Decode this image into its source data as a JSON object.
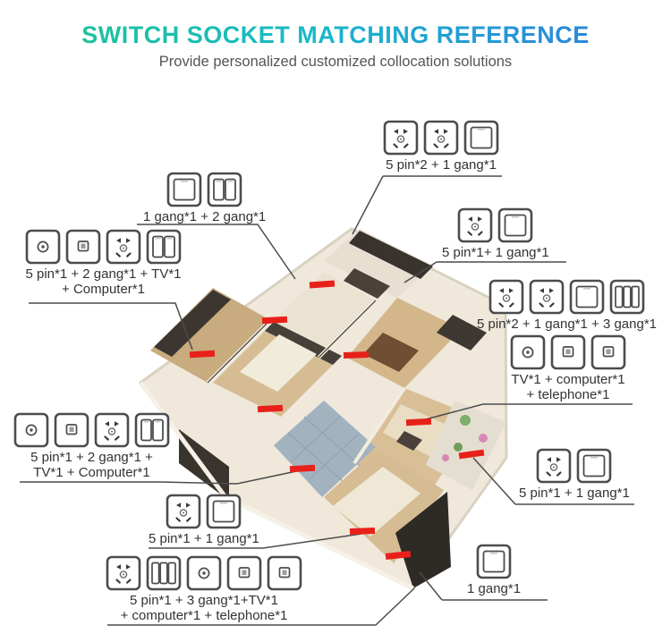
{
  "header": {
    "title": "SWITCH SOCKET MATCHING REFERENCE",
    "subtitle": "Provide personalized customized collocation solutions",
    "title_color_start": "#1fc48f",
    "title_color_mid": "#17b9c9",
    "title_color_end": "#2f7de0",
    "subtitle_color": "#555555"
  },
  "colors": {
    "label_text": "#333333",
    "icon_border": "#4c4c4c",
    "callout_line": "#4c4c4c",
    "marker_red": "#e8201a"
  },
  "floor_plan": {
    "marker_color": "#e8201a",
    "marker_count": 10
  },
  "groups": [
    {
      "id": "kitchen-top",
      "lines": [
        "5 pin*2 + 1 gang*1",
        ""
      ],
      "icons": [
        "5pin",
        "5pin",
        "1gang"
      ]
    },
    {
      "id": "entry",
      "lines": [
        "1 gang*1 + 2 gang*1",
        ""
      ],
      "icons": [
        "1gang",
        "2gang"
      ]
    },
    {
      "id": "left-upper",
      "lines": [
        "5 pin*1 + 2 gang*1 + TV*1",
        "+ Computer*1"
      ],
      "icons": [
        "tv",
        "computer",
        "5pin",
        "2gang"
      ]
    },
    {
      "id": "right-top",
      "lines": [
        "5 pin*1+ 1 gang*1",
        ""
      ],
      "icons": [
        "5pin",
        "1gang"
      ]
    },
    {
      "id": "right-mid",
      "lines": [
        "5 pin*2 + 1 gang*1 + 3 gang*1",
        ""
      ],
      "icons": [
        "5pin",
        "5pin",
        "1gang",
        "3gang"
      ]
    },
    {
      "id": "media-wall",
      "lines": [
        "TV*1 + computer*1",
        "+ telephone*1"
      ],
      "icons": [
        "tv",
        "computer",
        "telephone"
      ]
    },
    {
      "id": "right-lower",
      "lines": [
        "5 pin*1 + 1 gang*1",
        ""
      ],
      "icons": [
        "5pin",
        "1gang"
      ]
    },
    {
      "id": "left-lower",
      "lines": [
        "5 pin*1 + 2 gang*1 +",
        "TV*1 + Computer*1"
      ],
      "icons": [
        "tv",
        "computer",
        "5pin",
        "2gang"
      ]
    },
    {
      "id": "bottom-left",
      "lines": [
        "5 pin*1 + 1 gang*1",
        ""
      ],
      "icons": [
        "5pin",
        "1gang"
      ]
    },
    {
      "id": "bottom-big",
      "lines": [
        "5 pin*1 + 3 gang*1+TV*1",
        "+ computer*1 + telephone*1"
      ],
      "icons": [
        "5pin",
        "3gang",
        "tv",
        "computer",
        "telephone"
      ]
    },
    {
      "id": "bottom-right",
      "lines": [
        "1 gang*1",
        ""
      ],
      "icons": [
        "1gang"
      ]
    }
  ]
}
